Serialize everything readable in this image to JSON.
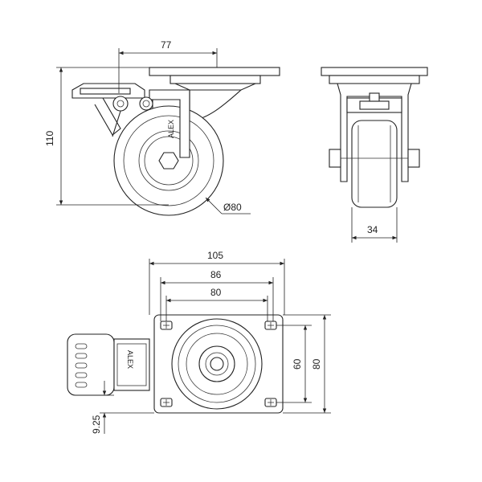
{
  "dimensions": {
    "offset": "77",
    "height": "110",
    "wheel_diameter": "Ø80",
    "wheel_width": "34",
    "plate_width": "105",
    "hole_spacing_outer": "86",
    "hole_spacing_inner": "80",
    "plate_depth_inner": "60",
    "plate_depth_outer": "80",
    "brake_offset": "9.25"
  },
  "brand_marks": {
    "side_view": "ALEX",
    "top_view": "ALEX"
  }
}
